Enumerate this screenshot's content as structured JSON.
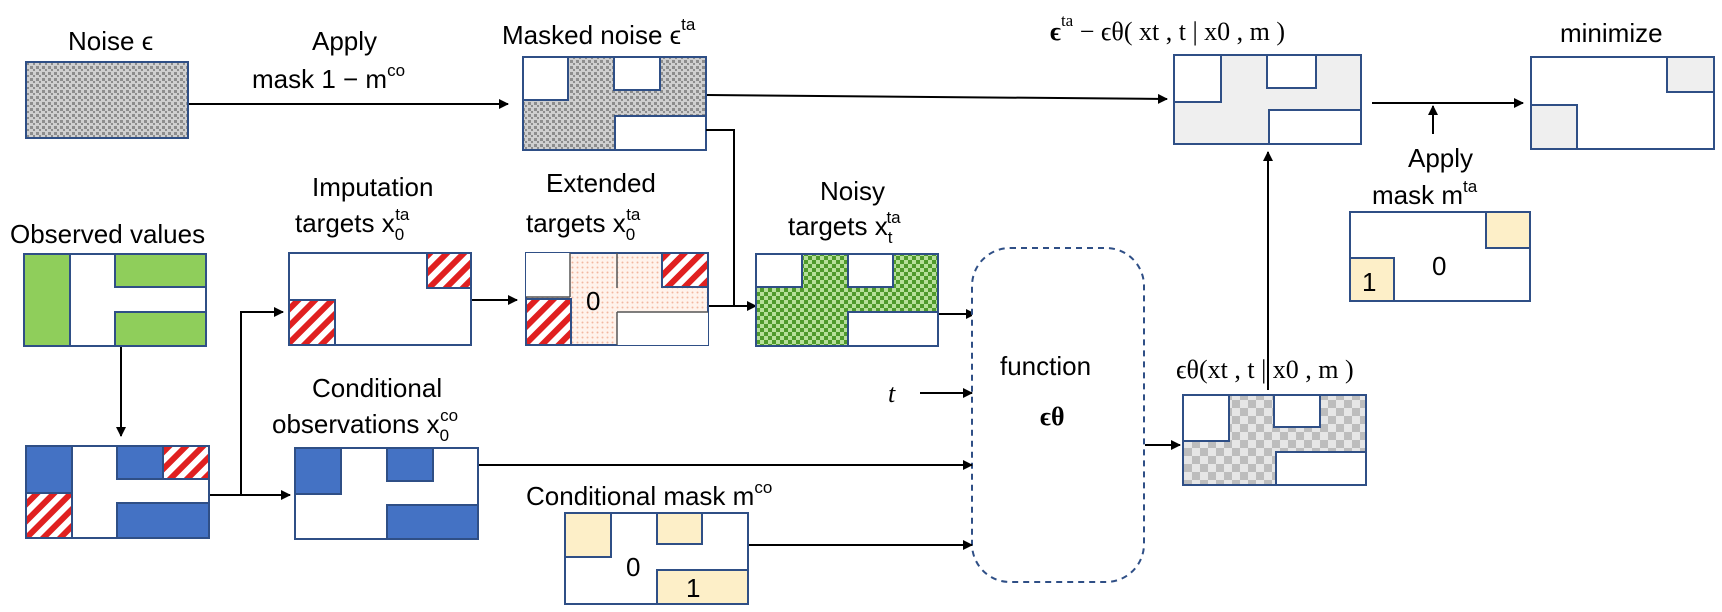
{
  "labels": {
    "noise": "Noise ϵ",
    "apply_mask_1": "Apply",
    "apply_mask_2": "mask  1 − m",
    "apply_mask_2_sup": "co",
    "masked_noise": "Masked noise ϵ",
    "masked_noise_sup": "ta",
    "loss_expr": "ϵ",
    "loss_expr_sup": "ta",
    "loss_expr_rest": " − ϵθ( xt , t | x0 , m   )",
    "minimize": "minimize",
    "observed_values": "Observed values",
    "imputation_1": "Imputation",
    "imputation_2": "targets x",
    "imputation_2_sub": "0",
    "imputation_2_sup": "ta",
    "extended_1": "Extended",
    "extended_2": "targets x",
    "extended_2_sub": "0",
    "extended_2_sup": "ta",
    "noisy_1": "Noisy",
    "noisy_2": "targets x",
    "noisy_2_sub": "t",
    "noisy_2_sup": "ta",
    "apply_ta_1": "Apply",
    "apply_ta_2": "mask m",
    "apply_ta_2_sup": "ta",
    "conditional_1": "Conditional",
    "conditional_2": "observations x",
    "conditional_2_sub": "0",
    "conditional_2_sup": "co",
    "t_input": "t",
    "function_1": "function",
    "function_2": "ϵθ",
    "output_expr": "ϵθ(xt , t | x0 , m   )",
    "cond_mask": "Conditional mask m",
    "cond_mask_sup": "co",
    "zero": "0",
    "one": "1"
  },
  "colors": {
    "box_border": "#2f4f86",
    "observed_green": "#8fce5b",
    "cond_blue": "#4472c4",
    "mask_yellow": "#fdefc8",
    "loss_gray": "#efefef",
    "hatch_red": "#e02020",
    "noise_gray": "#9a9a9a",
    "noisy_green": "#5fae3a",
    "func_border": "#2f4f86"
  }
}
